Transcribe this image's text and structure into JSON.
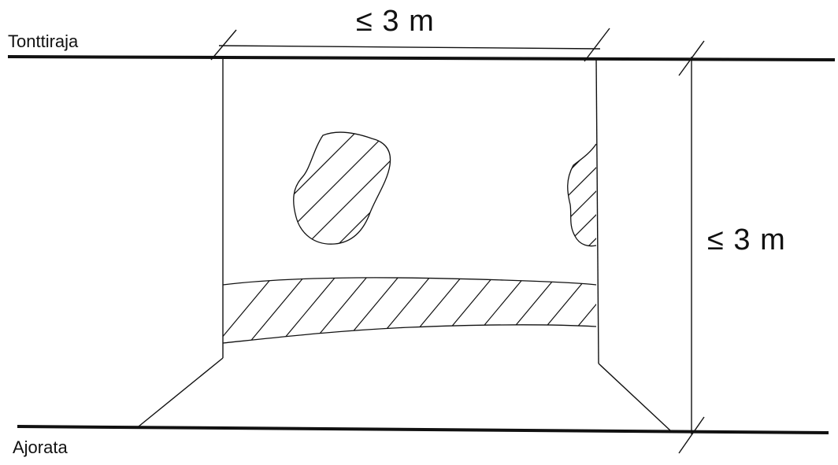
{
  "labels": {
    "top_line": "Tonttiraja",
    "bottom_line": "Ajorata"
  },
  "dimensions": {
    "width": "≤ 3 m",
    "depth": "≤ 3 m"
  },
  "colors": {
    "stroke": "#111111",
    "background": "#ffffff"
  }
}
